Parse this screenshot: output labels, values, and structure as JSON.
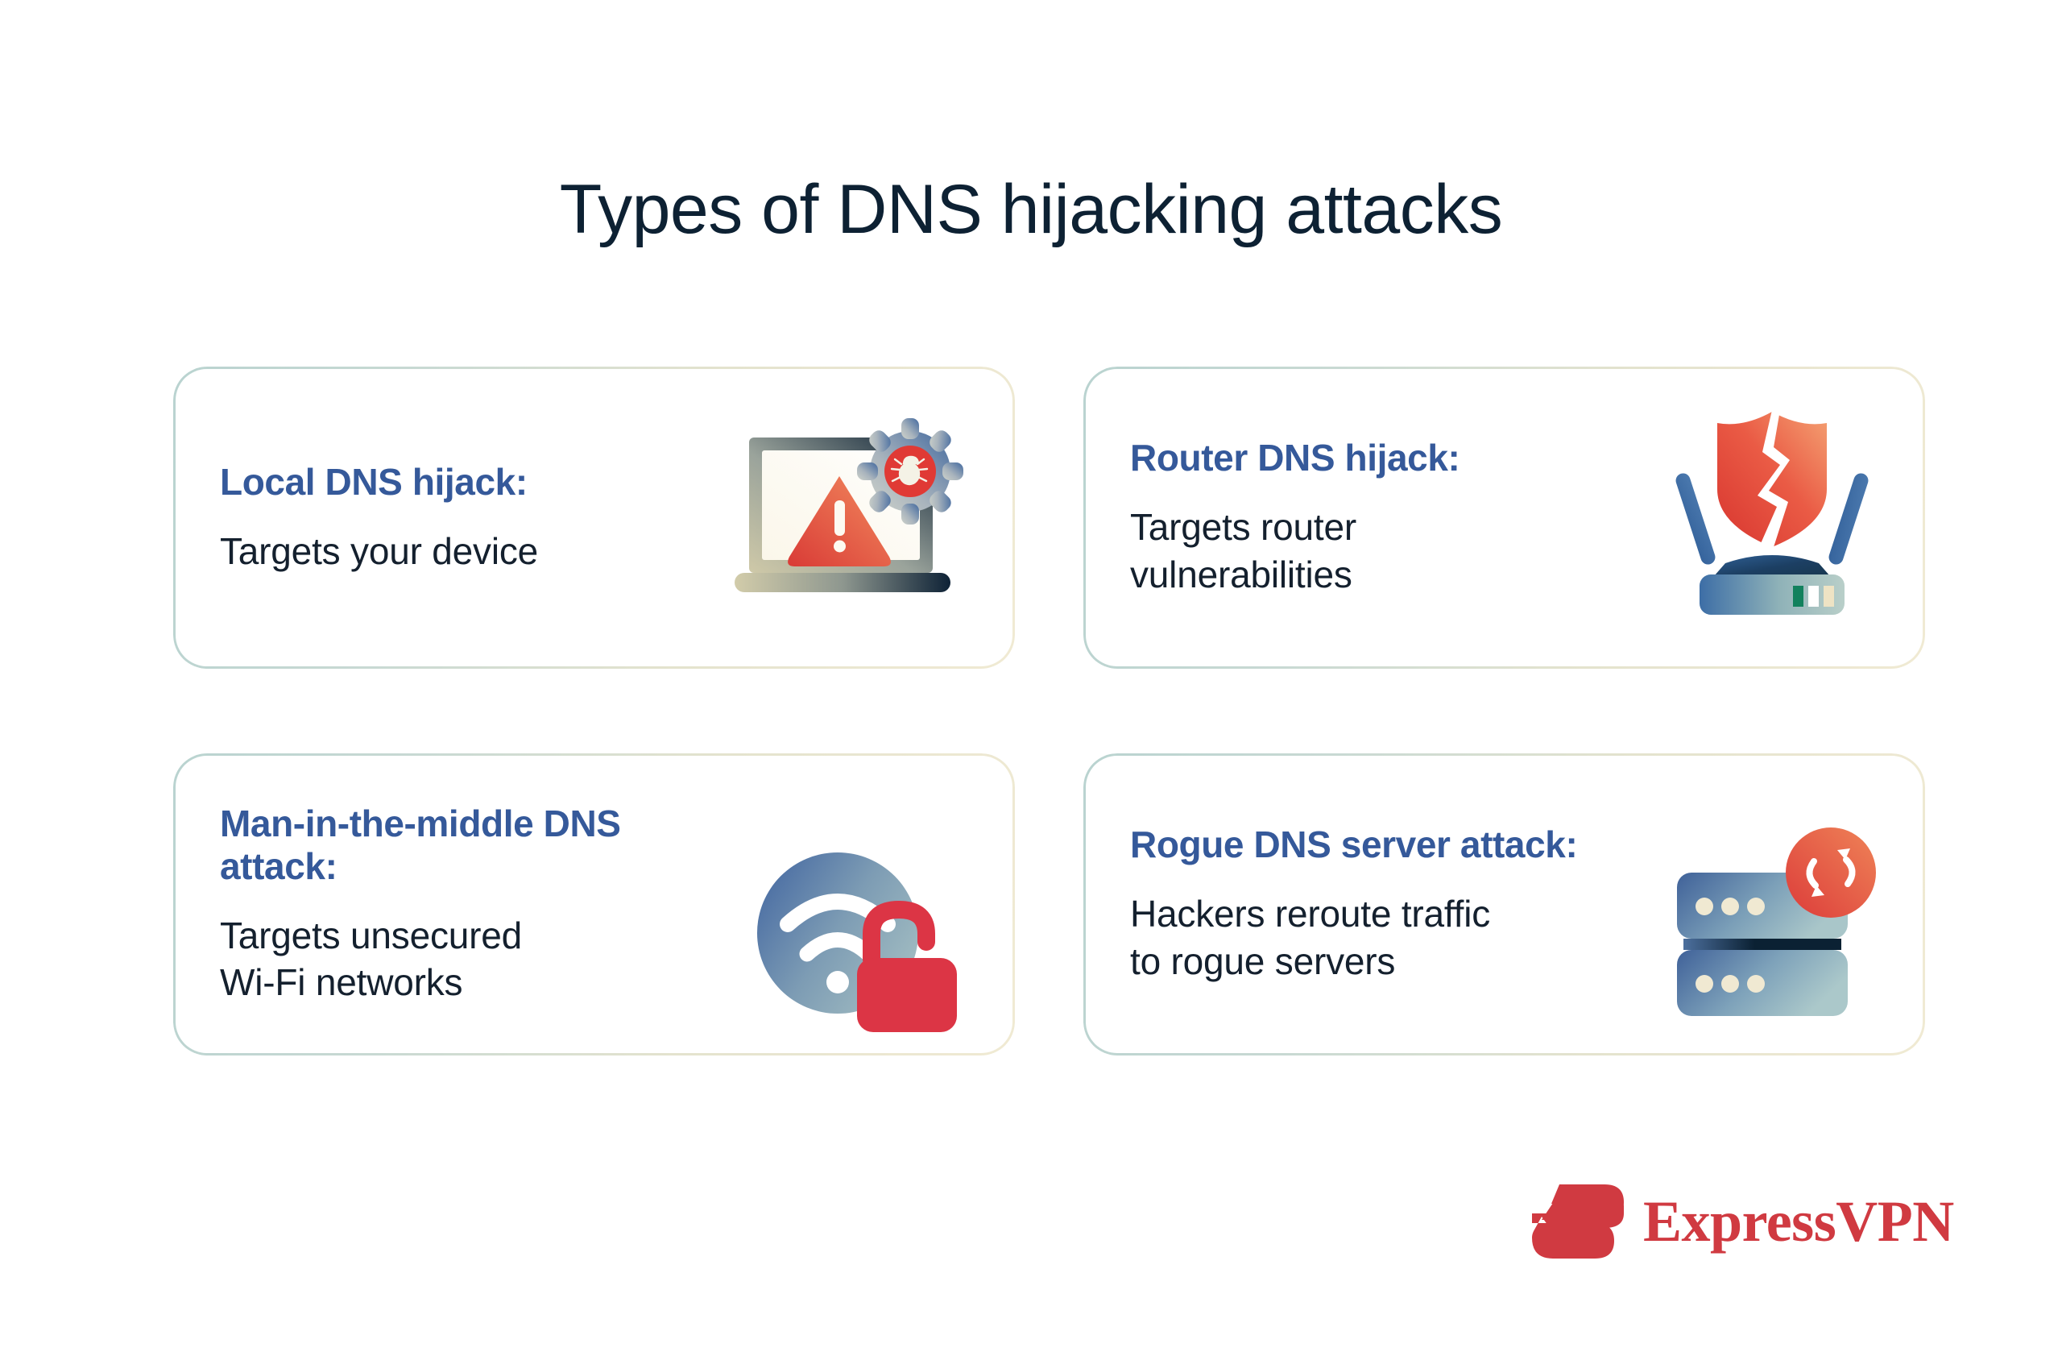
{
  "page": {
    "title": "Types of DNS hijacking attacks",
    "background_color": "#ffffff",
    "title_color": "#0d2133"
  },
  "theme": {
    "heading_color": "#35599a",
    "body_color": "#14202e",
    "card_border_gradient_start": "#b9d3d0",
    "card_border_gradient_end": "#f0ead3",
    "accent_red": "#de3b3b",
    "brand_red": "#d03a41"
  },
  "cards": [
    {
      "heading": "Local DNS hijack:",
      "body": "Targets your device",
      "icon": "laptop-warning-bug-gear-icon"
    },
    {
      "heading": "Router DNS hijack:",
      "body": "Targets router\nvulnerabilities",
      "icon": "router-broken-shield-icon"
    },
    {
      "heading": "Man-in-the-middle DNS attack:",
      "body": "Targets unsecured\nWi-Fi networks",
      "icon": "wifi-open-padlock-icon"
    },
    {
      "heading": "Rogue DNS server attack:",
      "body": "Hackers reroute traffic\nto rogue servers",
      "icon": "server-stack-refresh-icon"
    }
  ],
  "logo": {
    "wordmark": "ExpressVPN",
    "mark_name": "expressvpn-e-mark-icon"
  }
}
